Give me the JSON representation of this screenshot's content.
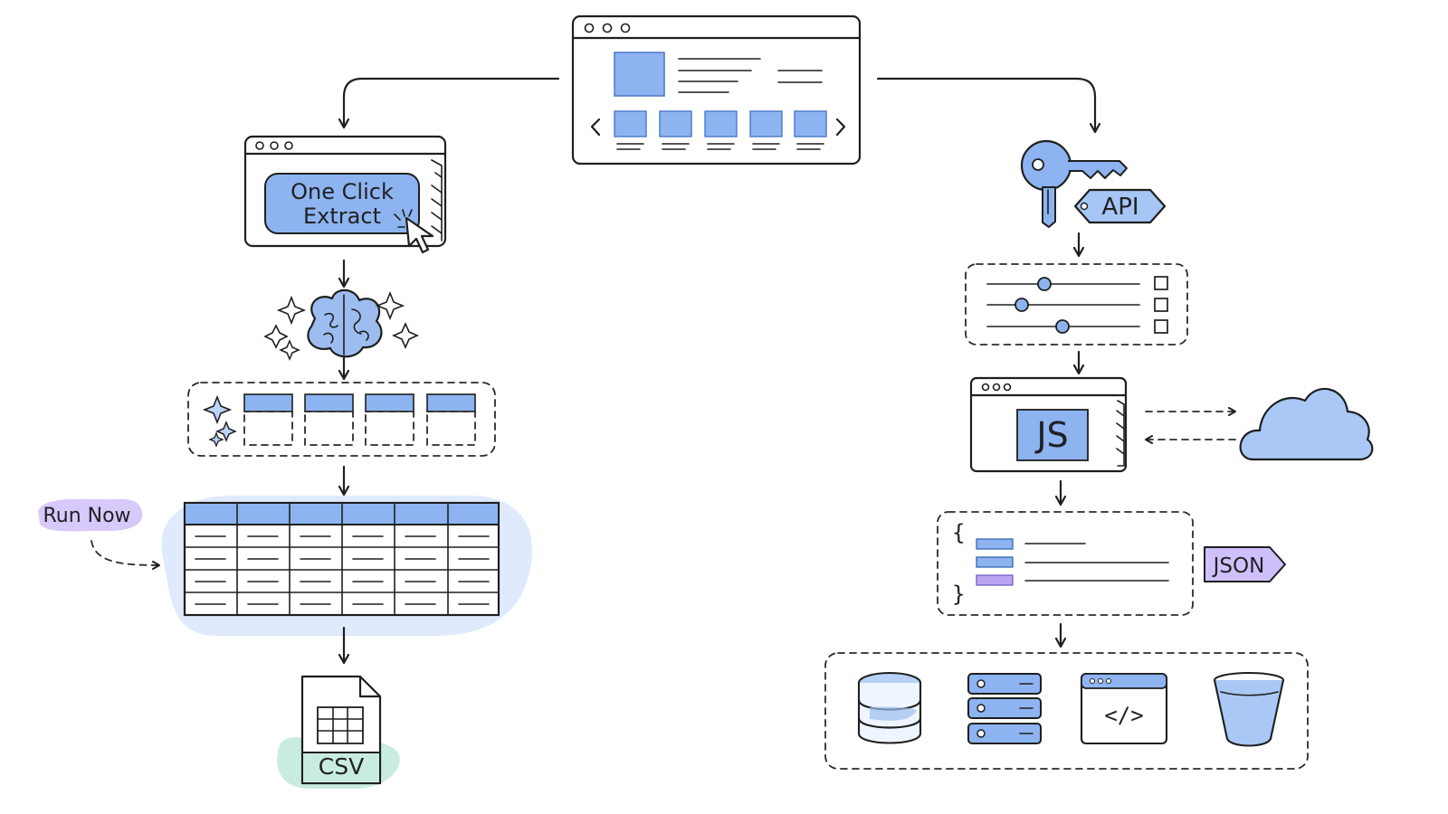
{
  "labels": {
    "one_click_extract_line1": "One Click",
    "one_click_extract_line2": "Extract",
    "run_now": "Run Now",
    "csv": "CSV",
    "api": "API",
    "js": "JS",
    "json": "JSON",
    "json_open": "{",
    "json_close": "}",
    "code": "</>"
  },
  "colors": {
    "ink": "#1f1f1f",
    "blue": "#8db4f0",
    "blue_soft": "#bcd3f7",
    "purple": "#b9a4f1",
    "green": "#c9ece0"
  },
  "icons": {
    "website": "browser-window-icon",
    "cursor": "cursor-icon",
    "brain": "ai-brain-icon",
    "sparkle": "sparkle-icon",
    "table": "data-table-icon",
    "csv_file": "csv-file-icon",
    "key": "key-icon",
    "sliders": "settings-sliders-icon",
    "cloud": "cloud-icon",
    "database": "database-icon",
    "server": "server-stack-icon",
    "code_window": "code-window-icon",
    "bucket": "storage-bucket-icon"
  }
}
